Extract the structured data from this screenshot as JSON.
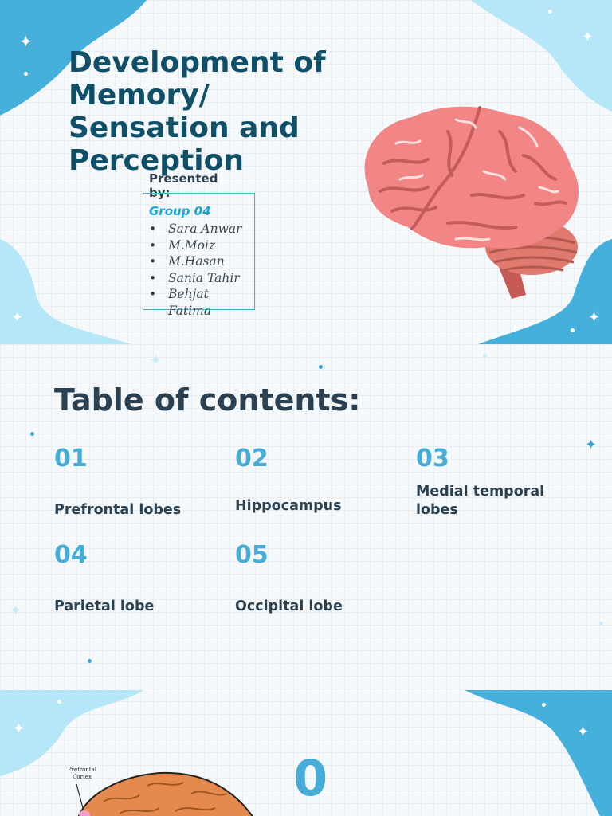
{
  "slide1": {
    "title": "Development of Memory/ Sensation and Perception",
    "presented_by": "Presented by:",
    "group": "Group 04",
    "members": [
      "Sara Anwar",
      "M.Moiz",
      "M.Hasan",
      "Sania Tahir",
      "Behjat Fatima"
    ],
    "brain_image": "brain-illustration"
  },
  "slide2": {
    "heading": "Table of contents:",
    "items": [
      {
        "number": "01",
        "label": "Prefrontal lobes"
      },
      {
        "number": "02",
        "label": "Hippocampus"
      },
      {
        "number": "03",
        "label": "Medial temporal lobes"
      },
      {
        "number": "04",
        "label": "Parietal lobe"
      },
      {
        "number": "05",
        "label": "Occipital lobe"
      }
    ]
  },
  "slide3": {
    "number": "0",
    "brain_label": "Prefrontal Cortex"
  },
  "colors": {
    "title": "#0f5068",
    "accent": "#46acd8",
    "heading": "#2b4152",
    "blob_dark": "#45b0dc",
    "blob_light": "#b5e7f8",
    "brain": "#f28585"
  }
}
